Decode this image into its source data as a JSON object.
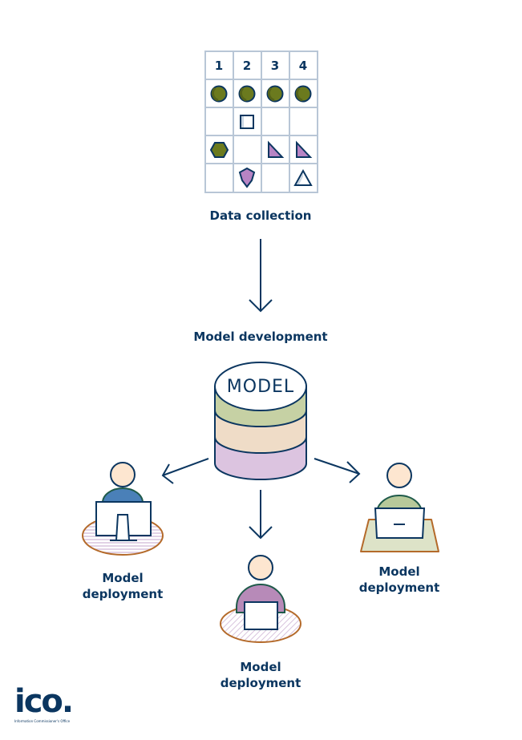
{
  "diagram": {
    "data_collection": {
      "label": "Data collection",
      "columns": [
        "1",
        "2",
        "3",
        "4"
      ],
      "rows": [
        [
          "circle",
          "circle",
          "circle",
          "circle"
        ],
        [
          "",
          "square",
          "",
          ""
        ],
        [
          "hexagon",
          "",
          "right-triangle",
          "right-triangle"
        ],
        [
          "",
          "pentagon",
          "",
          "triangle"
        ]
      ]
    },
    "model_development": {
      "label": "Model development",
      "cylinder_text": "MODEL"
    },
    "deployments": [
      {
        "label_line1": "Model",
        "label_line2": "deployment",
        "device": "desktop-monitor"
      },
      {
        "label_line1": "Model",
        "label_line2": "deployment",
        "device": "laptop"
      },
      {
        "label_line1": "Model",
        "label_line2": "deployment",
        "device": "laptop"
      }
    ],
    "colors": {
      "navy": "#0b3660",
      "olive": "#6b7a1e",
      "purple": "#b784c4",
      "green_layer": "#c6d1a4",
      "peach_layer": "#efdcc7",
      "lilac_layer": "#dcc4e0",
      "skin": "#fde6d0",
      "blue_shirt": "#4a80b8",
      "purple_shirt": "#b78ab8",
      "green_shirt": "#b7c99a",
      "desk_orange": "#b46a2a",
      "desk_green": "#dde3c8"
    }
  },
  "logo": {
    "text": "ico.",
    "subtitle": "Information Commissioner's Office"
  }
}
